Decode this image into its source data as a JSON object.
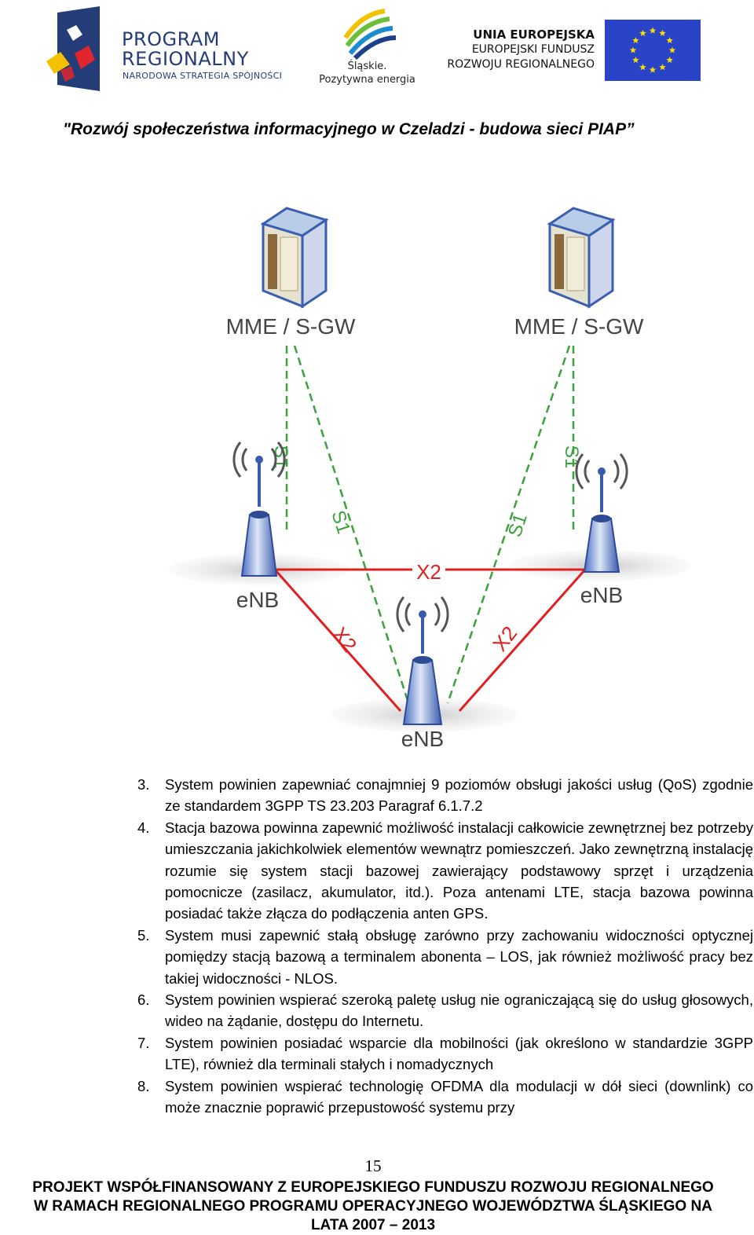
{
  "header": {
    "program_line1": "PROGRAM",
    "program_line2": "REGIONALNY",
    "program_line3": "NARODOWA STRATEGIA SPÓJNOŚCI",
    "slaskie_line1": "Śląskie.",
    "slaskie_line2": "Pozytywna energia",
    "eu_line1": "UNIA EUROPEJSKA",
    "eu_line2": "EUROPEJSKI FUNDUSZ",
    "eu_line3": "ROZWOJU REGIONALNEGO",
    "colors": {
      "navy": "#243c78",
      "eu_blue": "#2a44c8",
      "eu_star": "#ffdd00"
    }
  },
  "doc_title": "\"Rozwój społeczeństwa informacyjnego w Czeladzi  - budowa sieci PIAP”",
  "diagram": {
    "server_left_label": "MME / S-GW",
    "server_right_label": "MME / S-GW",
    "enb_left_label": "eNB",
    "enb_right_label": "eNB",
    "enb_bottom_label": "eNB",
    "s1_labels": [
      "S1",
      "S1",
      "S1",
      "S1"
    ],
    "x2_labels": [
      "X2",
      "X2",
      "X2"
    ],
    "colors": {
      "s1": "#3aa23a",
      "x2": "#e02020"
    }
  },
  "list_items": [
    {
      "num": "3.",
      "text": "System powinien zapewniać conajmniej 9 poziomów obsługi jakości usług (QoS) zgodnie ze standardem 3GPP TS 23.203 Paragraf 6.1.7.2"
    },
    {
      "num": "4.",
      "text": "Stacja bazowa powinna zapewnić możliwość instalacji całkowicie zewnętrznej bez potrzeby umieszczania jakichkolwiek elementów wewnątrz pomieszczeń. Jako zewnętrzną instalację rozumie się system stacji bazowej zawierający podstawowy sprzęt i urządzenia pomocnicze (zasilacz, akumulator, itd.). Poza antenami LTE, stacja bazowa powinna posiadać także złącza do podłączenia anten GPS."
    },
    {
      "num": "5.",
      "text": "System musi zapewnić stałą obsługę zarówno przy zachowaniu widoczności optycznej pomiędzy stacją bazową a terminalem abonenta – LOS, jak również możliwość pracy bez takiej widoczności -  NLOS."
    },
    {
      "num": "6.",
      "text": "System powinien wspierać szeroką paletę usług nie ograniczającą się do usług głosowych, wideo na żądanie, dostępu do Internetu."
    },
    {
      "num": "7.",
      "text": "System powinien posiadać wsparcie dla mobilności (jak określono w standardzie 3GPP LTE), również dla terminali stałych i nomadycznych"
    },
    {
      "num": "8.",
      "text": "System powinien wspierać technologię OFDMA dla modulacji w dół sieci (downlink) co może znacznie poprawić przepustowość systemu przy"
    }
  ],
  "page_number": "15",
  "footer": {
    "line1": "PROJEKT WSPÓŁFINANSOWANY Z EUROPEJSKIEGO FUNDUSZU ROZWOJU REGIONALNEGO",
    "line2": "W RAMACH REGIONALNEGO PROGRAMU OPERACYJNEGO WOJEWÓDZTWA ŚLĄSKIEGO NA",
    "line3": "LATA 2007 – 2013"
  }
}
